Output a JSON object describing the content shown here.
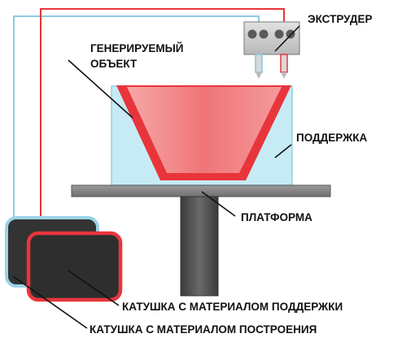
{
  "labels": {
    "extruder": "ЭКСТРУДЕР",
    "object_line1": "ГЕНЕРИРУЕМЫЙ",
    "object_line2": "ОБЪЕКТ",
    "support": "ПОДДЕРЖКА",
    "platform": "ПЛАТФОРМА",
    "support_spool": "КАТУШКА С МАТЕРИАЛОМ ПОДДЕРЖКИ",
    "build_spool": "КАТУШКА С МАТЕРИАЛОМ ПОСТРОЕНИЯ"
  },
  "colors": {
    "build_material": "#e8353b",
    "build_fill": "#f28b8d",
    "support_material": "#bfe6f2",
    "support_line": "#7ec8e0",
    "platform": "#888888",
    "post": "#555555",
    "spool": "#333333"
  }
}
